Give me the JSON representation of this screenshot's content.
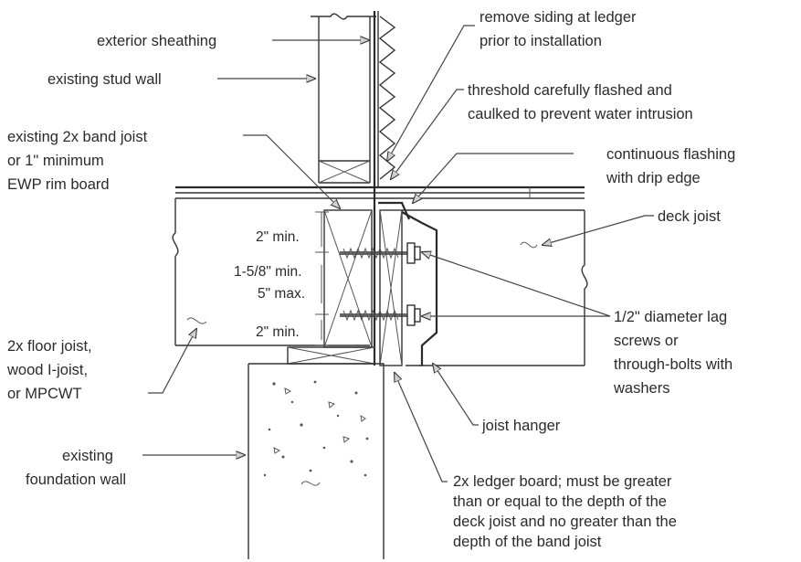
{
  "labels": {
    "exterior_sheathing": "exterior sheathing",
    "existing_stud_wall": "existing stud wall",
    "band_joist_l1": "existing 2x band joist",
    "band_joist_l2": "or 1\" minimum",
    "band_joist_l3": "EWP rim board",
    "floor_joist_l1": "2x floor joist,",
    "floor_joist_l2": "wood I-joist,",
    "floor_joist_l3": "or MPCWT",
    "foundation_l1": "existing",
    "foundation_l2": "foundation wall",
    "remove_siding_l1": "remove siding at ledger",
    "remove_siding_l2": "prior to installation",
    "threshold_l1": "threshold carefully flashed and",
    "threshold_l2": "caulked to prevent water intrusion",
    "flashing_l1": "continuous flashing",
    "flashing_l2": "with drip edge",
    "deck_joist": "deck joist",
    "lag_l1": "1/2\" diameter lag",
    "lag_l2": "screws or",
    "lag_l3": "through-bolts with",
    "lag_l4": "washers",
    "joist_hanger": "joist hanger",
    "ledger_l1": "2x ledger board; must be greater",
    "ledger_l2": "than or equal to the depth of the",
    "ledger_l3": "deck joist and no greater than the",
    "ledger_l4": "depth of the band joist"
  },
  "dimensions": {
    "top_min": "2\" min.",
    "mid_min": "1-5/8\" min.",
    "mid_max": "5\" max.",
    "bottom_min": "2\" min."
  }
}
